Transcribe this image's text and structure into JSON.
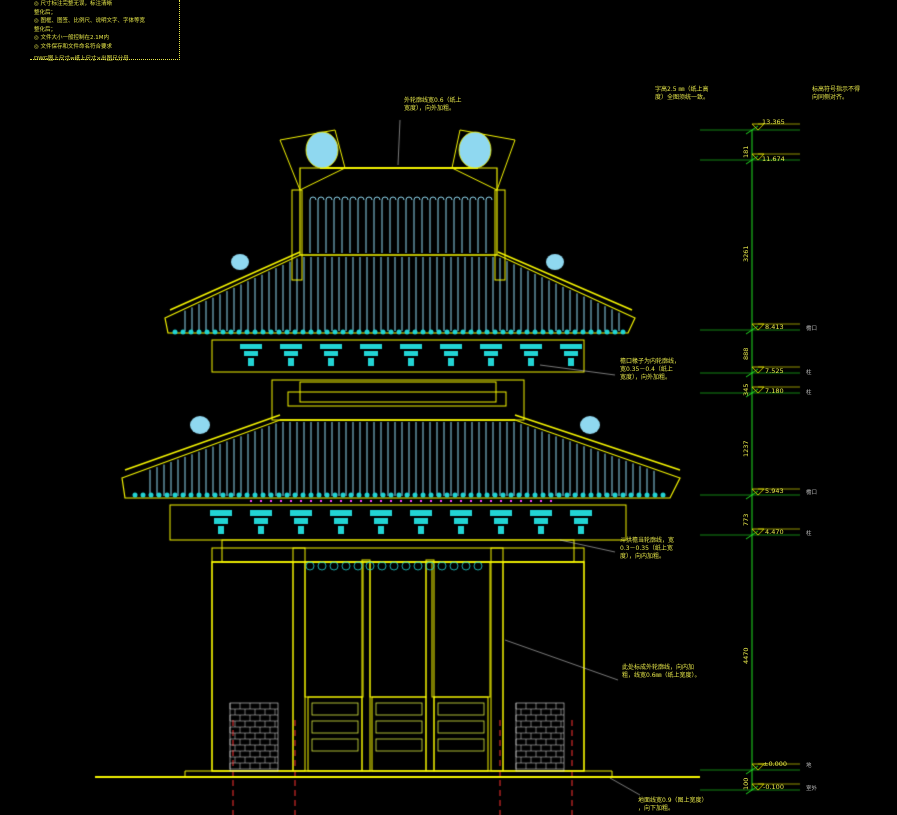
{
  "legend": {
    "lines": [
      "◎ 尺寸标注完整无误，标注清晰",
      "整化后；",
      "◎ 图框、图签、比例尺、说明文字、字体等宽",
      "整化后；",
      "◎ 文件大小一般控制在2.1M内",
      "◎ 文件保存和文件命名符合要求",
      "DWG图上尺寸=纸上尺寸×出图尺分母"
    ]
  },
  "notes": {
    "top_center": "外轮廓线宽0.6（纸上\n宽度），向外加粗。",
    "text_height": "字高2.5 ㎜（纸上高\n度）全图须统一致。",
    "level_symbol": "标高符号指示不得\n向同侧对齐。",
    "eave_rafter": "檐口椽子为内轮廓线，\n宽0.35－0.4（纸上\n宽度），向外加粗。",
    "bracket": "斗拱檐当轮廓线，宽\n0.3－0.35（纸上宽\n度），向内加粗。",
    "column": "此处标成外轮廓线，向内加\n粗，线宽0.6㎜（纸上宽度）。",
    "ground": "地面线宽0.9（图上宽度）\n，向下加粗。"
  },
  "elevations": [
    {
      "value": "13.365",
      "tag": ""
    },
    {
      "value": "11.674",
      "tag": ""
    },
    {
      "value": "8.413",
      "tag": "檐口"
    },
    {
      "value": "7.525",
      "tag": "柱"
    },
    {
      "value": "7.180",
      "tag": "柱"
    },
    {
      "value": "5.943",
      "tag": "檐口"
    },
    {
      "value": "4.470",
      "tag": "柱"
    },
    {
      "value": "±0.000",
      "tag": "地"
    },
    {
      "value": "-0.100",
      "tag": "室外"
    }
  ],
  "dimensions": [
    "181",
    "3261",
    "888",
    "345",
    "1237",
    "773",
    "4470",
    "100"
  ],
  "colors": {
    "outline": "#f5f500",
    "roof_tiles": "#8fd8f0",
    "rafter_ends": "#22d4d4",
    "beam_accent": "#ff40ff",
    "dim_line": "#22e022",
    "brick": "#e0e0e0",
    "axis": "#ff3030",
    "background": "#000000"
  }
}
